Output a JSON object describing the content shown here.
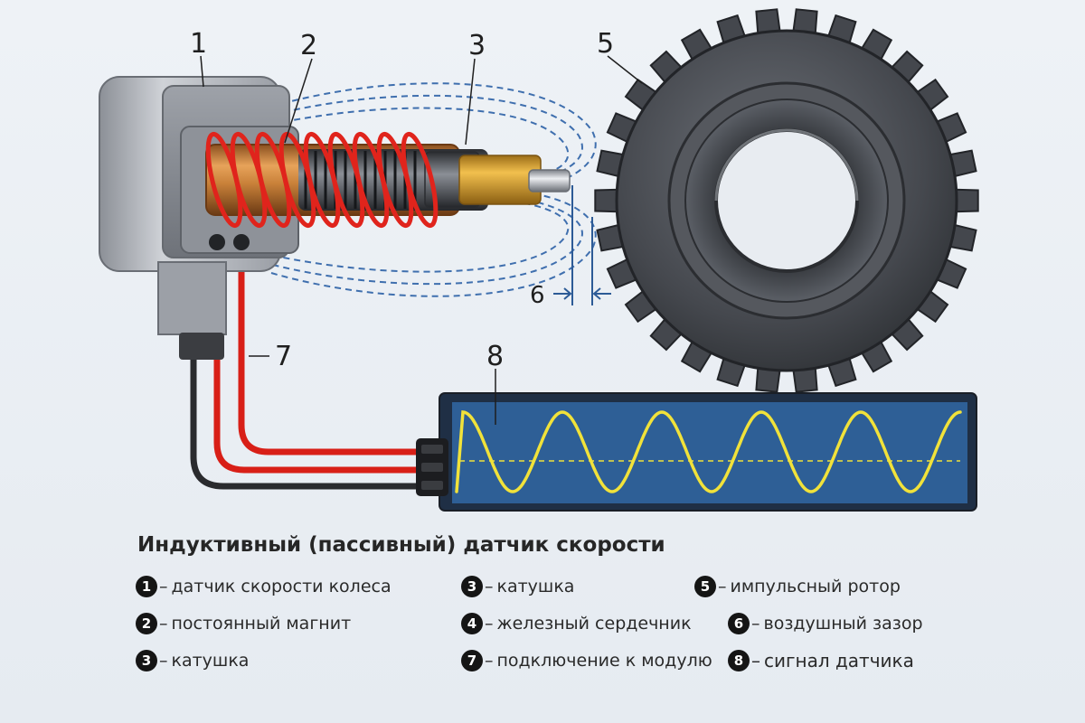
{
  "callouts": {
    "n1": "1",
    "n2": "2",
    "n3": "3",
    "n5": "5",
    "n6": "6",
    "n7": "7",
    "n8": "8"
  },
  "legend": {
    "title": "Индуктивный (пассивный) датчик скорости",
    "items": [
      {
        "num": "1",
        "label": "датчик скорости колеса"
      },
      {
        "num": "2",
        "label": "постоянный магнит"
      },
      {
        "num": "3",
        "label": "катушка"
      },
      {
        "num": "3",
        "label": "катушка"
      },
      {
        "num": "4",
        "label": "железный сердечник"
      },
      {
        "num": "7",
        "label": "подключение к модулю"
      },
      {
        "num": "5",
        "label": "импульсный ротор"
      },
      {
        "num": "6",
        "label": "воздушный зазор"
      },
      {
        "num": "8",
        "label": "сигнал датчика"
      }
    ]
  },
  "colors": {
    "coil": "#e0241c",
    "copper": "#c9813a",
    "signal": "#f1e23a",
    "scope_bg": "#2e5f96",
    "field_lines": "#3f6fae",
    "gear": "#3c3f44"
  },
  "icons": [
    "number-badge-icon"
  ]
}
